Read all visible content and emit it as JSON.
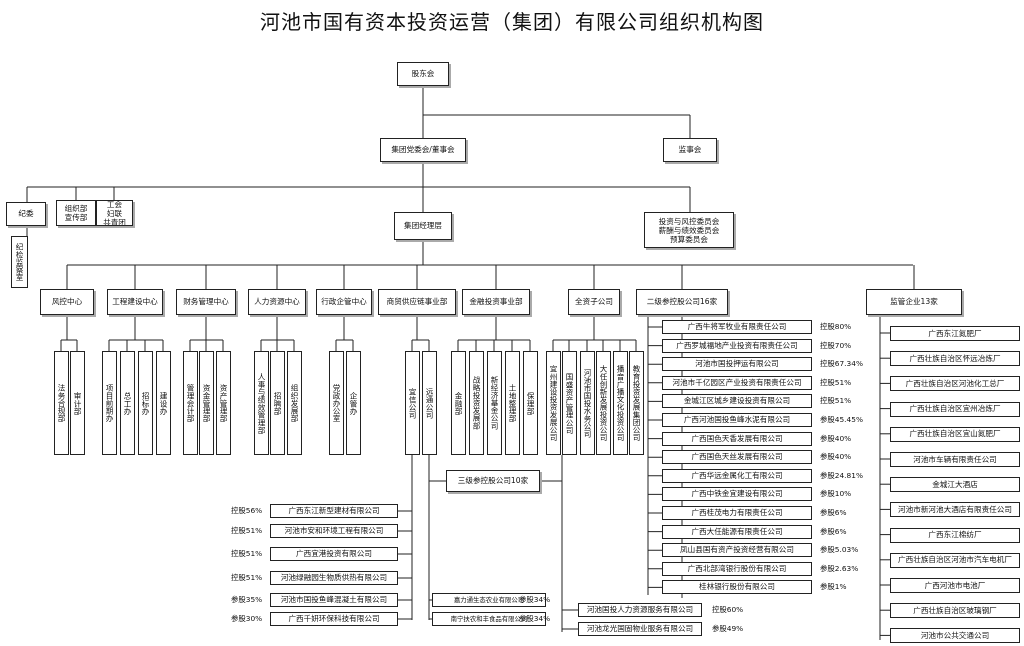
{
  "title": "河池市国有资本投资运营（集团）有限公司组织机构图",
  "nodes": {
    "gudonghui": "股东会",
    "dangwei": "集团党委会/董事会",
    "jianshihui": "监事会",
    "jiwei": "纪委",
    "jiwei_sub": "纪检监察室",
    "zuzhibu": [
      "组织部",
      "宣传部"
    ],
    "gonghui": [
      "工会",
      "妇联",
      "共青团"
    ],
    "jingliceng": "集团经理层",
    "weiyuanhui": [
      "投资与风控委员会",
      "薪酬与绩效委员会",
      "预算委员会"
    ],
    "centers": [
      "风控中心",
      "工程建设中心",
      "财务管理中心",
      "人力资源中心",
      "行政企管中心",
      "商贸供应链事业部",
      "金融投资事业部",
      "全资子公司",
      "二级参控股公司16家",
      "监管企业13家"
    ],
    "fengkong_sub": [
      "法务合规部",
      "审计部"
    ],
    "gongcheng_sub": [
      "项目前期办",
      "总工办",
      "招标办",
      "建设办"
    ],
    "caiwu_sub": [
      "管理会计部",
      "资金管理部",
      "资产管理部"
    ],
    "renli_sub": [
      "人事与绩效管理部",
      "招聘部",
      "组织发展部"
    ],
    "xingzheng_sub": [
      "党政办公室",
      "企管办"
    ],
    "shangmao_sub": [
      "宜信公司",
      "远通公司"
    ],
    "jinrong_sub": [
      "金融部",
      "战略投资发展部",
      "新经济基金公司",
      "土地整理部",
      "保理部"
    ],
    "quanzi_sub": [
      "宜州建设投资发展公司",
      "国盛资产管理公司",
      "河池市国投水务公司",
      "大任创新发展投资公司",
      "播音广播文化投资公司",
      "教育投资发展集团公司"
    ],
    "sanji": "三级参控股公司10家",
    "yixin_companies": [
      {
        "name": "广西东江新型建材有限公司",
        "ratio": "控股56%"
      },
      {
        "name": "河池市安和环境工程有限公司",
        "ratio": "控股51%"
      },
      {
        "name": "广西宜港投资有限公司",
        "ratio": "控股51%"
      },
      {
        "name": "河池绿融园生物质供热有限公司",
        "ratio": "控股51%"
      },
      {
        "name": "河池市国投鱼峰混凝土有限公司",
        "ratio": "参股35%"
      },
      {
        "name": "广西千妍环保科技有限公司",
        "ratio": "参股30%"
      }
    ],
    "yuantong_companies": [
      {
        "name": "嘉力通生态农业有限公司",
        "ratio": "参股34%"
      },
      {
        "name": "南宁扶农和丰食品有限公司",
        "ratio": "参股34%"
      }
    ],
    "guosheng_companies": [
      {
        "name": "河池国投人力资源服务有限公司",
        "ratio": "控股60%"
      },
      {
        "name": "河池龙光国固物业服务有限公司",
        "ratio": "参股49%"
      }
    ],
    "erji_companies": [
      {
        "name": "广西牛将军牧业有限责任公司",
        "ratio": "控股80%"
      },
      {
        "name": "广西罗城福地产业投资有限责任公司",
        "ratio": "控股70%"
      },
      {
        "name": "河池市国投押运有限公司",
        "ratio": "控股67.34%"
      },
      {
        "name": "河池市千亿园区产业投资有限责任公司",
        "ratio": "控股51%"
      },
      {
        "name": "金城江区城乡建设投资有限公司",
        "ratio": "控股51%"
      },
      {
        "name": "广西河池国投鱼峰水泥有限公司",
        "ratio": "参股45.45%"
      },
      {
        "name": "广西国色天香发展有限公司",
        "ratio": "参股40%"
      },
      {
        "name": "广西国色天丝发展有限公司",
        "ratio": "参股40%"
      },
      {
        "name": "广西华远金属化工有限公司",
        "ratio": "参股24.81%"
      },
      {
        "name": "广西中铁金宜建设有限公司",
        "ratio": "参股10%"
      },
      {
        "name": "广西桂茂电力有限责任公司",
        "ratio": "参股6%"
      },
      {
        "name": "广西大任能源有限责任公司",
        "ratio": "参股6%"
      },
      {
        "name": "凤山县国有资产投资经营有限公司",
        "ratio": "参股5.03%"
      },
      {
        "name": "广西北部湾银行股份有限公司",
        "ratio": "参股2.63%"
      },
      {
        "name": "桂林银行股份有限公司",
        "ratio": "参股1%"
      }
    ],
    "jianguan_companies": [
      "广西东江氮肥厂",
      "广西壮族自治区怀远冶炼厂",
      "广西壮族自治区河池化工总厂",
      "广西壮族自治区宜州冶炼厂",
      "广西壮族自治区宜山氮肥厂",
      "河池市车辆有限责任公司",
      "金城江大酒店",
      "河池市新河池大酒店有限责任公司",
      "广西东江棉纺厂",
      "广西壮族自治区河池市汽车电机厂",
      "广西河池市电池厂",
      "广西壮族自治区玻璃钢厂",
      "河池市公共交通公司"
    ]
  }
}
